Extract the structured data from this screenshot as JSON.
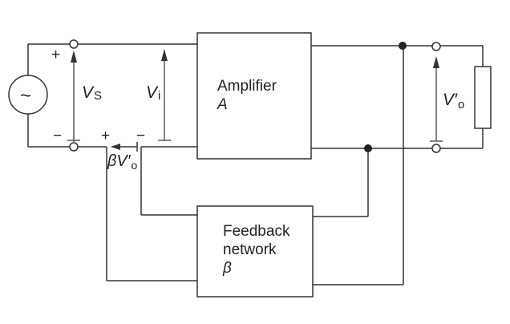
{
  "amplifier": {
    "label": "Amplifier",
    "symbol": "A"
  },
  "feedback": {
    "label_line1": "Feedback",
    "label_line2": "network",
    "symbol": "β"
  },
  "source": {
    "symbol": "~"
  },
  "labels": {
    "vs": "V",
    "vs_sub": "S",
    "vi": "V",
    "vi_sub": "i",
    "vo": "V′",
    "vo_sub": "o",
    "bvo": "βV′",
    "bvo_sub": "o",
    "plus": "+",
    "minus": "−"
  }
}
